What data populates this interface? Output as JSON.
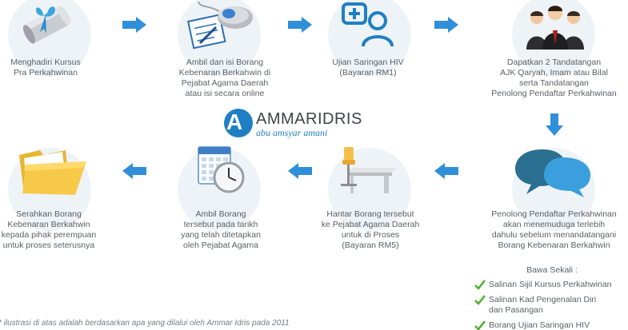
{
  "steps": [
    {
      "icon": "diploma-scroll-icon",
      "label": "Menghadiri Kursus\nPra Perkahwinan"
    },
    {
      "icon": "form-mouse-icon",
      "label": "Ambil dan isi Borang\nKebenaran Berkahwin di\nPejabat Agama Daerah\natau isi secara online"
    },
    {
      "icon": "add-user-icon",
      "label": "Ujian Saringan HIV\n(Bayaran RM1)"
    },
    {
      "icon": "three-people-icon",
      "label": "Dapatkan 2 Tandatangan\nAJK Qaryah, Imam atau Bilal\nserta Tandatangan\nPenolong Pendaftar Perkahwinan"
    },
    {
      "icon": "speech-bubbles-icon",
      "label": "Penolong Pendaftar Perkahwinan\nakan menemuduga terlebih\ndahulu sebelum menandatangani\nBorang Kebenaran Berkahwin"
    },
    {
      "icon": "desk-chair-icon",
      "label": "Hantar Borang tersebut\nke Pejabat Agama Daerah\nuntuk di Proses\n(Bayaran RM5)"
    },
    {
      "icon": "calendar-clock-icon",
      "label": "Ambil Borang\ntersebut pada tarikh\nyang telah ditetapkan\noleh Pejabat Agama"
    },
    {
      "icon": "folder-icon",
      "label": "Serahkan Borang\nKebenaran Berkahwin\nkepada pihak perempuan\nuntuk proses seterusnya"
    }
  ],
  "logo": {
    "letter": "A",
    "name": "AMMARIDRIS",
    "tagline": "abu amsyar amani"
  },
  "bring": {
    "title": "Bawa Sekali :",
    "items": [
      "Salinan Sijil Kursus Perkahwinan",
      "Salinan Kad Pengenalan Diri\ndan Pasangan",
      "Borang Ujian Saringan HIV"
    ]
  },
  "footnote": "* ilustrasi di atas adalah berdasarkan apa yang dilalui oleh Ammar Idris pada 2011",
  "colors": {
    "arrow": "#2f8fd8",
    "check": "#4caf2f",
    "circle": "#eef3f7",
    "brand": "#1f7fc4"
  }
}
